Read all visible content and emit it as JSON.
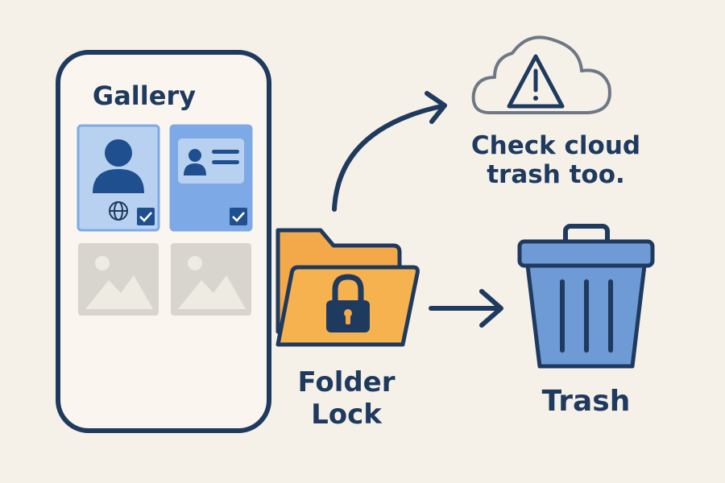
{
  "colors": {
    "background": "#f6f1e8",
    "outline": "#1f3a5f",
    "phone_fill": "#faf6ef",
    "thumb_light_blue": "#b8d1f1",
    "thumb_mid_blue": "#7da9e6",
    "thumb_dark": "#1f4f8f",
    "placeholder_gray": "#d8d5cf",
    "placeholder_mountain": "#eeebe3",
    "folder_orange": "#f3a849",
    "cloud_stroke": "#6d7884",
    "trash_blue": "#6e9ad6"
  },
  "gallery": {
    "title": "Gallery",
    "thumbnails": [
      {
        "kind": "person-photo",
        "selected": true,
        "icons": [
          "person-icon",
          "globe-icon",
          "checkmark-icon"
        ]
      },
      {
        "kind": "id-card",
        "selected": true,
        "icons": [
          "id-card-icon",
          "checkmark-icon"
        ]
      },
      {
        "kind": "image-placeholder",
        "selected": false,
        "icons": [
          "image-placeholder-icon"
        ]
      },
      {
        "kind": "image-placeholder",
        "selected": false,
        "icons": [
          "image-placeholder-icon"
        ]
      }
    ]
  },
  "folder": {
    "line1": "Folder",
    "line2": "Lock",
    "icons": [
      "folder-icon",
      "padlock-icon"
    ]
  },
  "cloud": {
    "line1": "Check cloud",
    "line2": "trash too.",
    "icons": [
      "cloud-icon",
      "warning-icon"
    ]
  },
  "trash": {
    "label": "Trash",
    "icons": [
      "trash-bin-icon"
    ]
  }
}
